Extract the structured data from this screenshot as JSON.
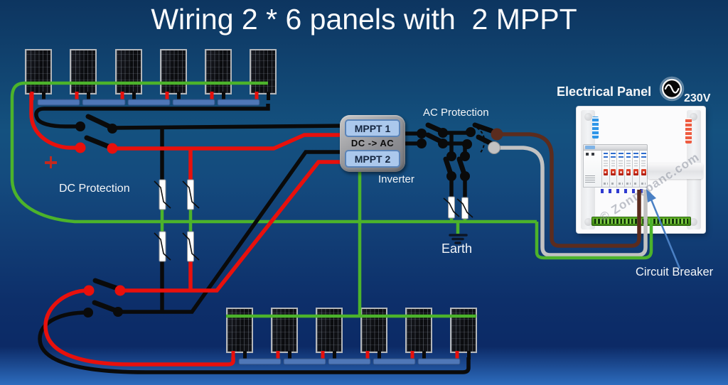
{
  "title": "Wiring 2 * 6 panels with  2 MPPT",
  "labels": {
    "dc_protection": "DC Protection",
    "ac_protection": "AC Protection",
    "inverter": "Inverter",
    "earth": "Earth",
    "electrical_panel": "Electrical Panel",
    "voltage": "230V",
    "circuit_breaker": "Circuit Breaker",
    "plus_sign": "+"
  },
  "inverter": {
    "mppt1": "MPPT 1",
    "mppt2": "MPPT 2",
    "conversion": "DC -> AC"
  },
  "electrical_panel": {
    "watermark": "© Zonnepanc.com"
  },
  "icons": {
    "ac_voltage": "sine-wave-circle-icon",
    "earth_ground": "ground-icon",
    "circuit_breaker_pointer": "arrow-icon"
  },
  "colors": {
    "dc_positive": "#e8100c",
    "dc_negative": "#0a0a0a",
    "earth_green": "#4cb32b",
    "live_brown": "#5b2c1e",
    "neutral_gray": "#c2c2c2",
    "busbar_blue": "#4f77b7",
    "arrow_blue": "#4a80c4",
    "inverter_gray": "#919297",
    "mppt_box_blue": "#abc8ec"
  }
}
